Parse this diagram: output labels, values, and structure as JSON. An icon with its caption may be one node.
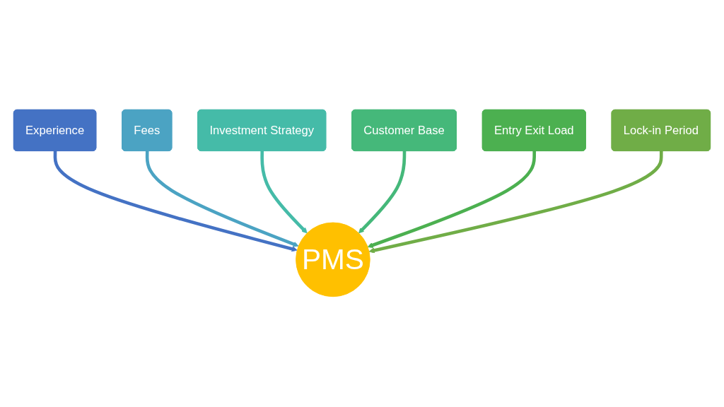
{
  "diagram": {
    "nodes": [
      {
        "text": [
          "Investment Strategy"
        ]
      },
      {
        "text": [
          "Customer Base"
        ]
      },
      {
        "text": [
          "Fees"
        ]
      },
      {
        "text": [
          "Entry Exit Load"
        ]
      },
      {
        "text": [
          "Experience"
        ]
      },
      {
        "text": [
          "PMS"
        ]
      },
      {
        "text": [
          "Lock-in Period"
        ]
      }
    ],
    "edges": [
      {
        "from": 4,
        "to": 5,
        "arrow": "to",
        "color": "#4472c4"
      },
      {
        "from": 2,
        "to": 5,
        "arrow": "to",
        "color": "#4ba3c3"
      },
      {
        "from": 0,
        "to": 5,
        "arrow": "to",
        "color": "#45bba8"
      },
      {
        "from": 1,
        "to": 5,
        "arrow": "to",
        "color": "#45b87a"
      },
      {
        "from": 3,
        "to": 5,
        "arrow": "to",
        "color": "#4cb050"
      },
      {
        "from": 6,
        "to": 5,
        "arrow": "to",
        "color": "#70ad47"
      }
    ]
  }
}
